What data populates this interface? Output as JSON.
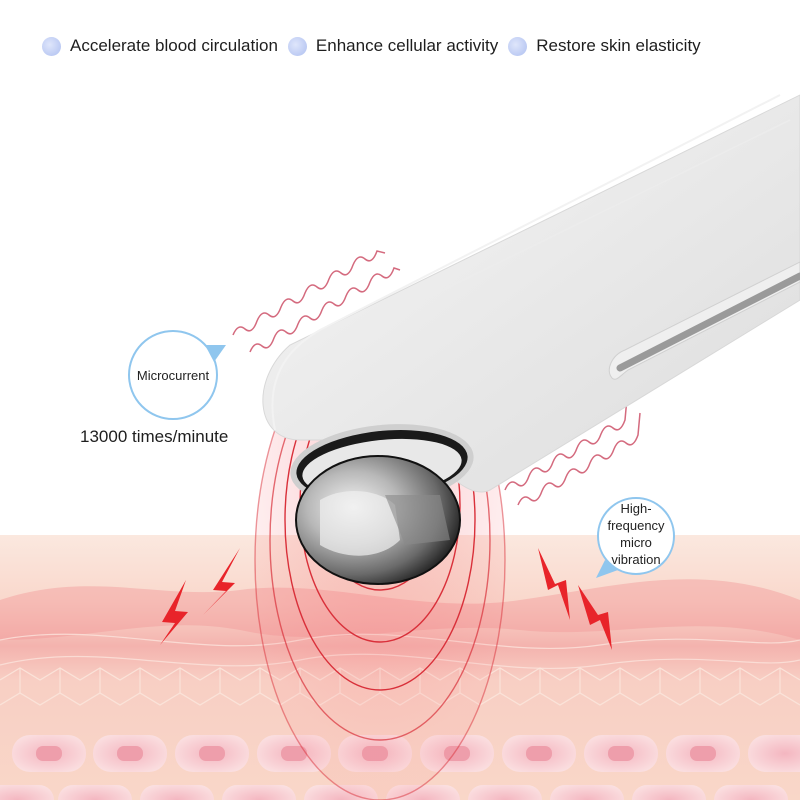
{
  "features": [
    {
      "icon": "bullet-dot-icon",
      "label": "Accelerate blood circulation"
    },
    {
      "icon": "bullet-dot-icon",
      "label": "Enhance cellular activity"
    },
    {
      "icon": "bullet-dot-icon",
      "label": "Restore skin elasticity"
    }
  ],
  "callouts": {
    "microcurrent": {
      "label": "Microcurrent",
      "rate": "13000 times/minute"
    },
    "vibration": {
      "label_lines": [
        "High-",
        "frequency",
        "micro",
        "vibration"
      ]
    }
  },
  "colors": {
    "bubble_border": "#8fc6ee",
    "wave": "#d46a7e",
    "lightning": "#e8242a",
    "rings": "#d9303a",
    "skin_top": "#fbe6dc",
    "skin_mid": "#f6bcb4",
    "cell": "#f7c6cc",
    "nucleus": "#ec9aa8",
    "bullet": "#b4c4f0"
  }
}
